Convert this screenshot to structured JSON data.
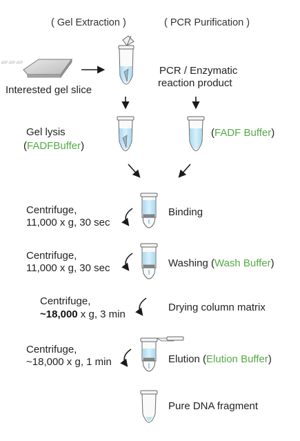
{
  "headers": {
    "gel_extraction": "( Gel Extraction )",
    "pcr_purification": "( PCR Purification )"
  },
  "inputs": {
    "gel_slice": "Interested gel slice",
    "pcr_line1": "PCR / Enzymatic",
    "pcr_line2": "reaction product"
  },
  "lysis": {
    "gel_lysis": "Gel lysis",
    "paren_open": "(",
    "fadf_buffer_1": "FADFBuffer",
    "paren_close": ")",
    "fadf_buffer_2": "FADF Buffer"
  },
  "steps": {
    "binding": {
      "cond1": "Centrifuge,",
      "cond2": "11,000 x g, 30 sec",
      "label": "Binding"
    },
    "washing": {
      "cond1": "Centrifuge,",
      "cond2": "11,000 x g, 30 sec",
      "label": "Washing (",
      "buffer": "Wash Buffer",
      "close": ")"
    },
    "drying": {
      "cond1": "Centrifuge,",
      "speed_bold": "~18,000",
      "speed_rest": " x g, 3 min",
      "label": "Drying column matrix"
    },
    "elution": {
      "cond1": "Centrifuge,",
      "cond2": "~18,000 x g, 1 min",
      "label": "Elution (",
      "buffer": "Elution Buffer",
      "close": ")"
    },
    "final": {
      "label": "Pure DNA fragment"
    }
  },
  "colors": {
    "green_text": "#55aa44",
    "tube_liquid": "#bfe3f4",
    "tube_outline": "#666666",
    "arrow": "#1a1a1a"
  }
}
